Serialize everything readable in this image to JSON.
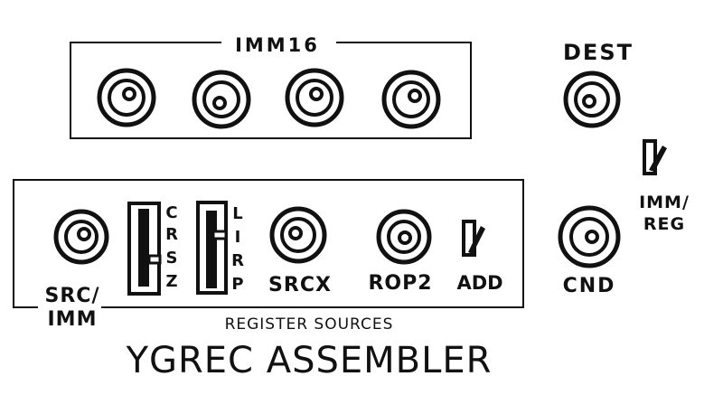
{
  "panel": {
    "title": "YGREC ASSEMBLER",
    "imm16_label": "IMM16",
    "dest_label": "DEST",
    "imm_reg_label_line1": "IMM/",
    "imm_reg_label_line2": "REG",
    "cnd_label": "CND",
    "register_sources_label": "REGISTER SOURCES",
    "src_imm_label_line1": "SRC/",
    "src_imm_label_line2": "IMM",
    "srcx_label": "SRCX",
    "ropz_label": "ROP2",
    "add_label": "ADD",
    "slider1_letters": [
      "C",
      "R",
      "S",
      "Z"
    ],
    "slider2_letters": [
      "L",
      "I",
      "R",
      "P"
    ]
  }
}
